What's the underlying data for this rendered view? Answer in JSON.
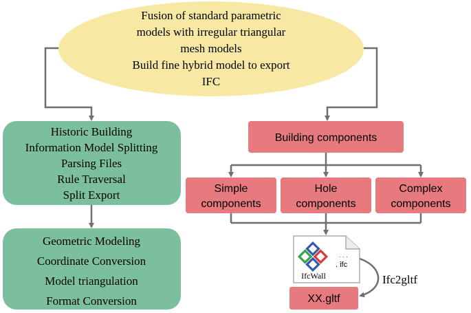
{
  "colors": {
    "ellipse_fill": "#f7e9a3",
    "green_fill": "#7cbf9e",
    "red_fill": "#e77a7f",
    "line": "#6f6f6f",
    "ifc_blue": "#2f5bb0",
    "ifc_red": "#d63a3a",
    "ifc_green": "#3aa04a"
  },
  "top": {
    "lines": [
      "Fusion of standard parametric",
      "models with irregular triangular",
      "mesh models",
      "Build fine hybrid model to export",
      "IFC"
    ]
  },
  "left_box_1": {
    "lines": [
      "Historic Building",
      "Information Model Splitting",
      "Parsing Files",
      "Rule Traversal",
      "Split Export"
    ]
  },
  "left_box_2": {
    "lines": [
      "Geometric Modeling",
      "Coordinate Conversion",
      "Model triangulation",
      "Format Conversion"
    ]
  },
  "building_components": {
    "label": "Building components"
  },
  "components": [
    {
      "line1": "Simple",
      "line2": "components"
    },
    {
      "line1": "Hole",
      "line2": "components"
    },
    {
      "line1": "Complex",
      "line2": "components"
    }
  ],
  "ifc_file": {
    "logo_label": "IfcWall",
    "extension": ". ifc",
    "dots": ". . ."
  },
  "conversion_label": "Ifc2gltf",
  "output": {
    "label": "XX.gltf"
  }
}
